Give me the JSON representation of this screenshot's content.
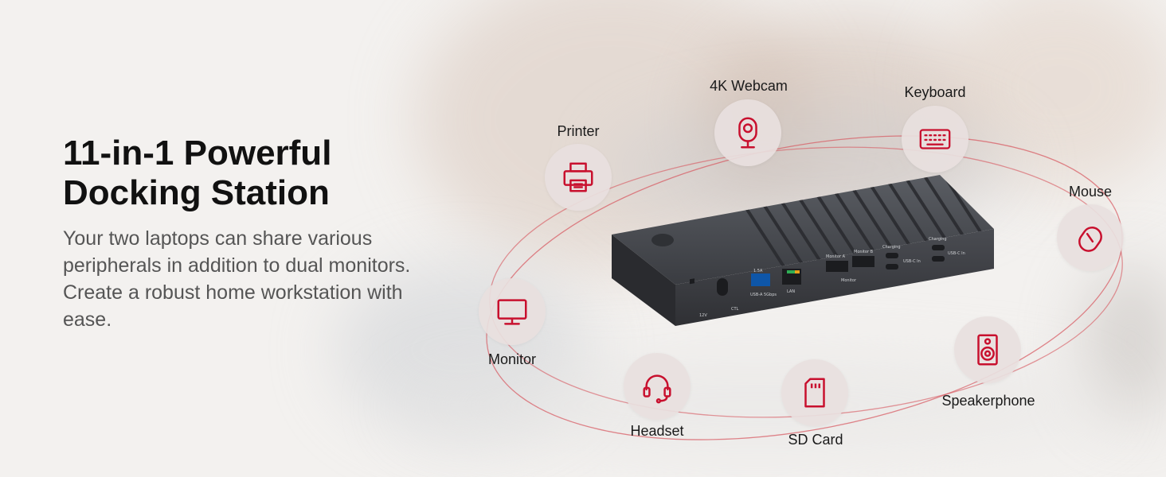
{
  "headline": {
    "line1": "11-in-1 Powerful",
    "line2": "Docking Station"
  },
  "description": "Your two laptops can share various peripherals in addition to dual monitors. Create a robust home workstation with ease.",
  "accent_color": "#c8102e",
  "peripherals": [
    {
      "label": "4K Webcam",
      "icon": "webcam-icon"
    },
    {
      "label": "Keyboard",
      "icon": "keyboard-icon"
    },
    {
      "label": "Printer",
      "icon": "printer-icon"
    },
    {
      "label": "Mouse",
      "icon": "mouse-icon"
    },
    {
      "label": "Monitor",
      "icon": "monitor-icon"
    },
    {
      "label": "Speakerphone",
      "icon": "speaker-icon"
    },
    {
      "label": "Headset",
      "icon": "headset-icon"
    },
    {
      "label": "SD Card",
      "icon": "sd-card-icon"
    }
  ],
  "dock_ports": {
    "power": "12V",
    "ctl": "CTL",
    "usb_current": "1.5A",
    "usb": "USB-A 5Gbps",
    "lan": "LAN",
    "monitor_a": "Monitor A",
    "monitor_b": "Monitor B",
    "monitor": "Monitor",
    "charging_1": "Charging",
    "usbc_1": "USB-C In",
    "charging_2": "Charging",
    "usbc_2": "USB-C In"
  }
}
